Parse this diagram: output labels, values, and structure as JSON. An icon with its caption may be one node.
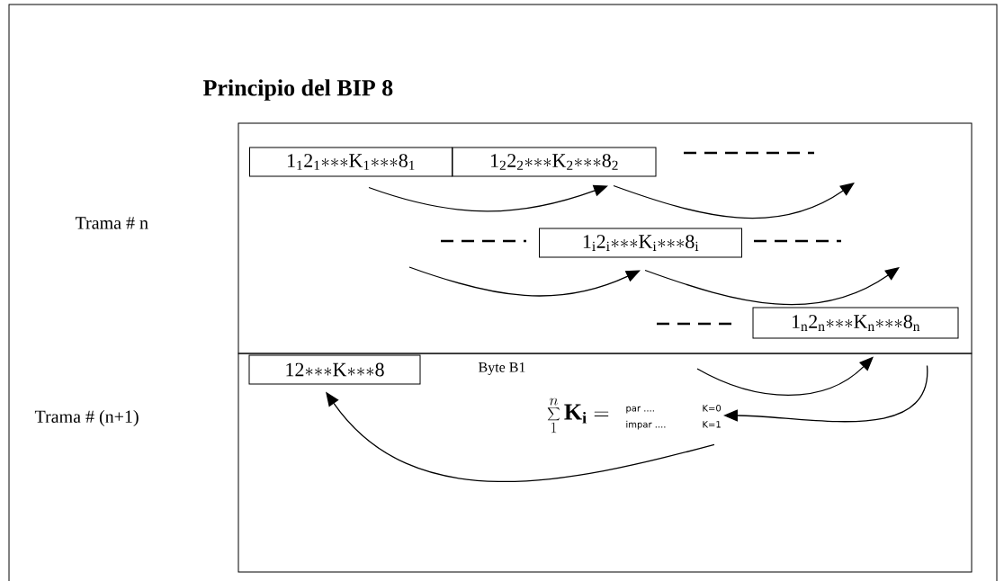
{
  "diagram": {
    "title": "Principio del BIP 8",
    "nodes": [
      {
        "text": [],
        "shape": "box"
      },
      {
        "text": [],
        "shape": "box"
      },
      {
        "text": [
          "\\mathrm{1_{1}2_{1}{*}{*}{*}K_{1}{*}{*}{*}8_{1}}"
        ],
        "in": 0
      },
      {
        "text": [
          "\\mathrm{1_{2}2_{2}{*}{*}{*}K_{2}{*}{*}{*}8_{2}}"
        ],
        "in": 0
      },
      {
        "text": [
          "\\mathrm{1_{i}2_{i}{*}{*}{*}K_{i}{*}{*}{*}8_{i}}"
        ],
        "in": 0
      },
      {
        "text": [
          "\\mathrm{1_{n}2_{n}{*}{*}{*}K_{n}{*}{*}{*}8_{n}}"
        ],
        "in": 0
      },
      {
        "text": [
          "\\mathrm{12{*}{*}{*}K{*}{*}{*}8}"
        ],
        "in": 1
      },
      {
        "text": [
          "\\displaystyle\\sum_{1}^{n} \\mathbf{K_{i}=}",
          "par ....",
          "K=0",
          "impar ....",
          "K=1"
        ],
        "in": 1
      }
    ],
    "edges": [
      {
        "from": 2,
        "to": 3,
        "arrow": "to"
      },
      {
        "from": 3,
        "to": null,
        "arrow": "to"
      },
      {
        "from": null,
        "to": 4,
        "arrow": "to"
      },
      {
        "from": 4,
        "to": null,
        "arrow": "to"
      },
      {
        "from": null,
        "to": 5,
        "arrow": "to"
      },
      {
        "from": 5,
        "to": 7,
        "arrow": "to"
      },
      {
        "from": 7,
        "to": 6,
        "arrow": "to"
      }
    ],
    "labels": [
      "Trama # n",
      "Byte B1",
      "Trama # (n+1)"
    ]
  }
}
